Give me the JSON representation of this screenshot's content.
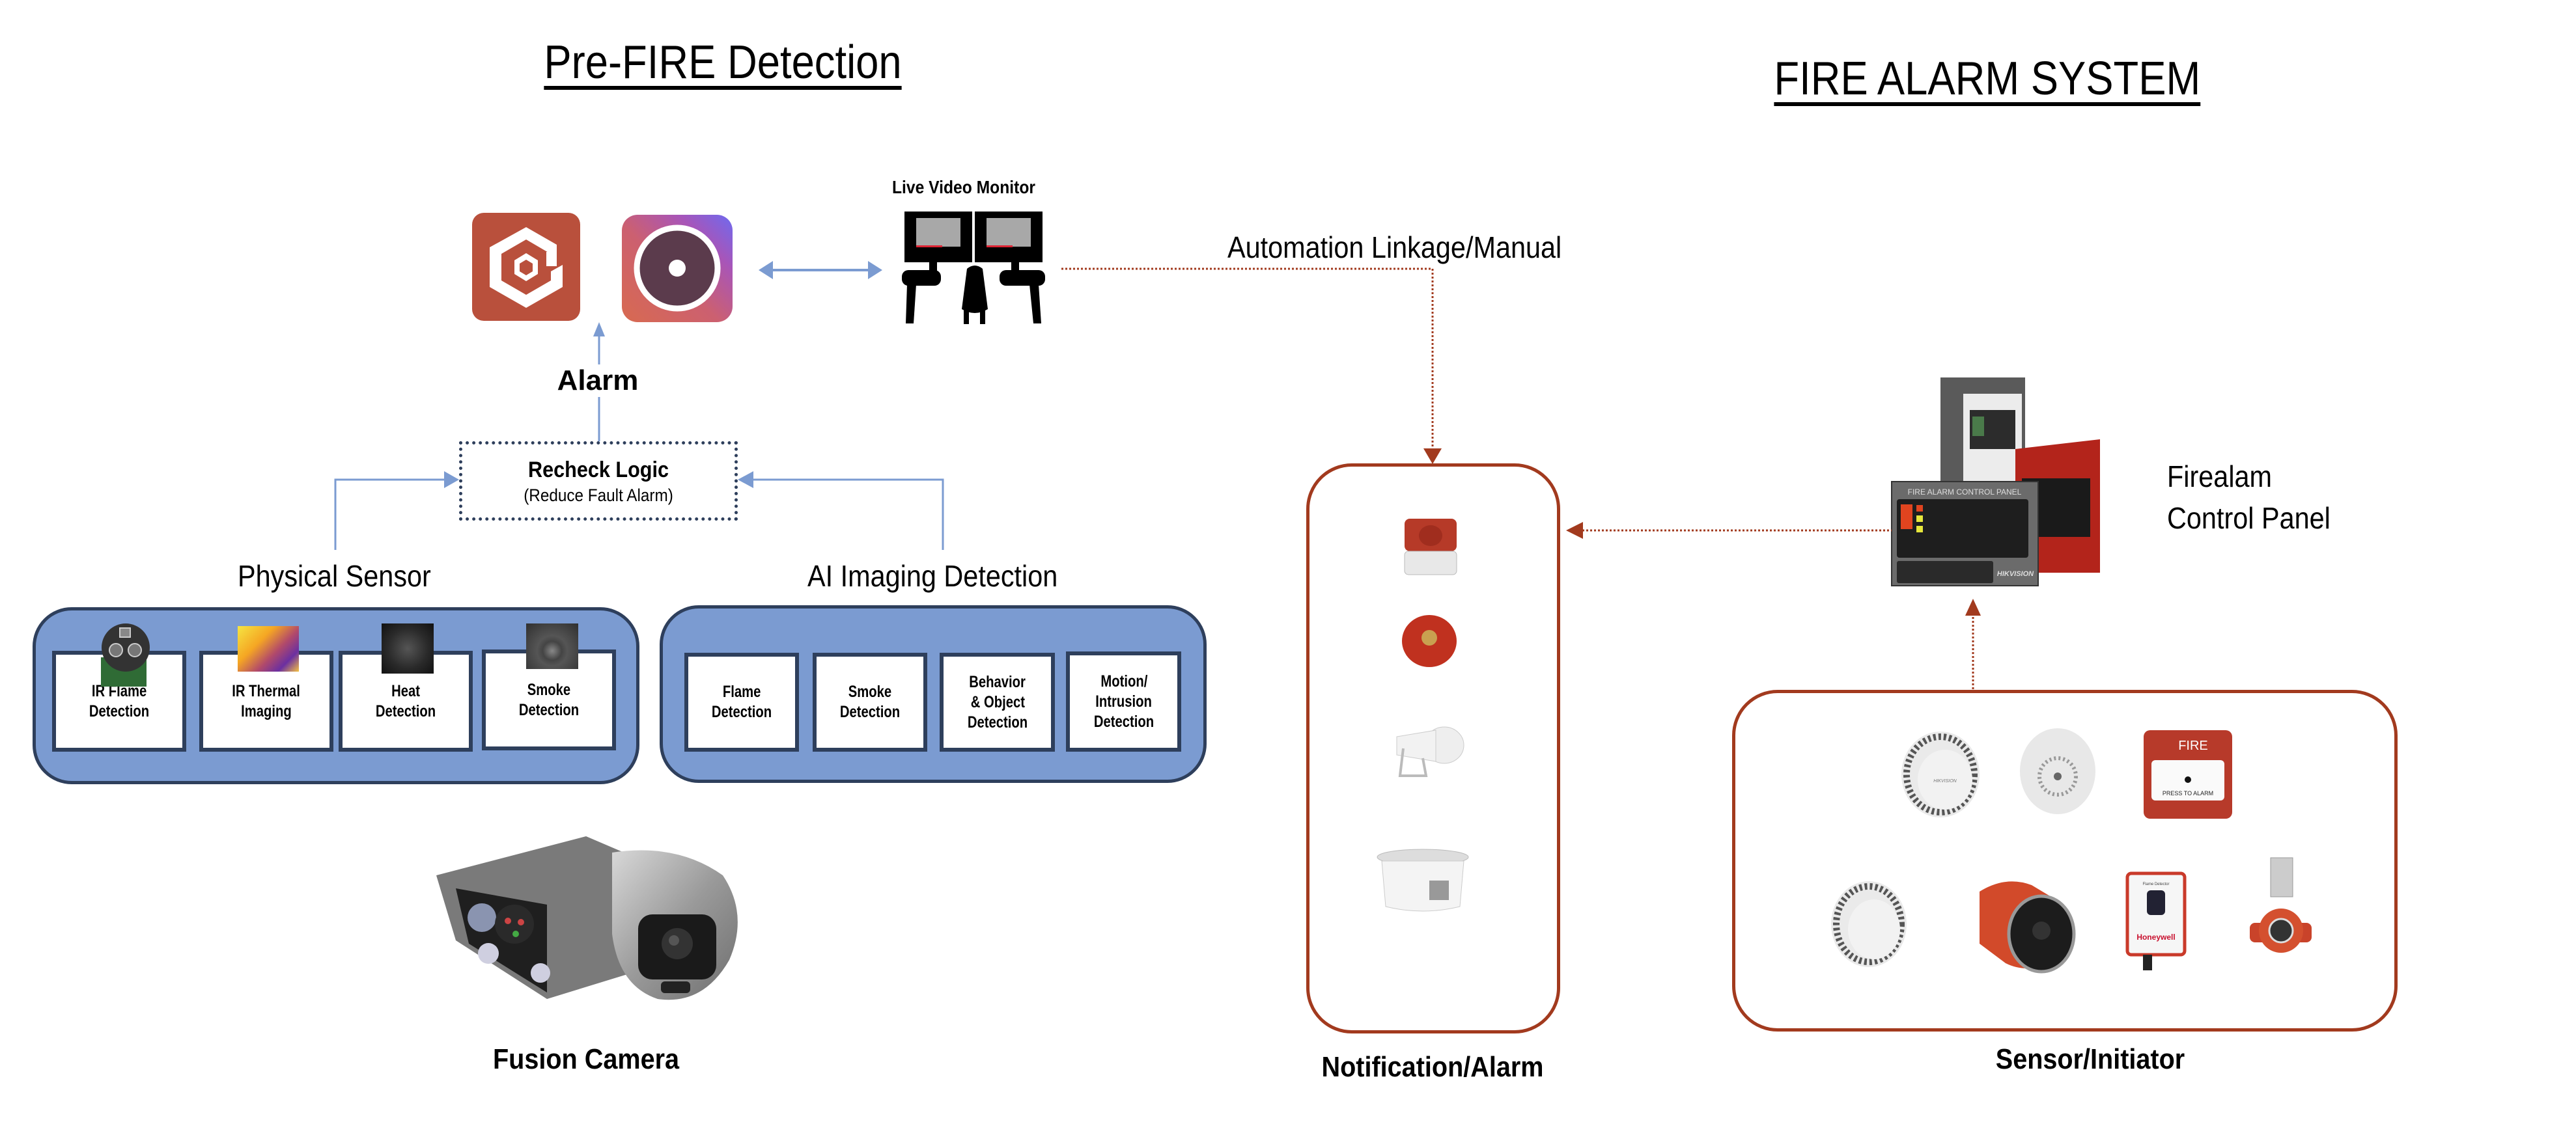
{
  "left_section": {
    "title": "Pre-FIRE Detection",
    "alarm_label": "Alarm",
    "live_video_monitor_label": "Live Video Monitor",
    "recheck": {
      "title": "Recheck Logic",
      "subtitle": "(Reduce Fault Alarm)"
    },
    "physical_sensor": {
      "label": "Physical Sensor",
      "items": [
        {
          "label_line1": "IR Flame",
          "label_line2": "Detection",
          "icon": "ir-flame-sensor-icon"
        },
        {
          "label_line1": "IR Thermal",
          "label_line2": "Imaging",
          "icon": "thermal-image-icon"
        },
        {
          "label_line1": "Heat",
          "label_line2": "Detection",
          "icon": "heat-sensor-icon"
        },
        {
          "label_line1": "Smoke",
          "label_line2": "Detection",
          "icon": "smoke-sensor-icon"
        }
      ]
    },
    "ai_imaging": {
      "label": "AI Imaging Detection",
      "items": [
        {
          "line1": "Flame",
          "line2": "Detection",
          "line3": ""
        },
        {
          "line1": "Smoke",
          "line2": "Detection",
          "line3": ""
        },
        {
          "line1": "Behavior",
          "line2": "& Object",
          "line3": "Detection"
        },
        {
          "line1": "Motion/",
          "line2": "Intrusion",
          "line3": "Detection"
        }
      ]
    },
    "fusion_camera_label": "Fusion Camera"
  },
  "right_section": {
    "title": "FIRE ALARM SYSTEM",
    "automation_label": "Automation Linkage/Manual",
    "notification_label": "Notification/Alarm",
    "notification_devices": [
      "strobe-sounder",
      "fire-bell",
      "horn-speaker",
      "ceiling-speaker"
    ],
    "control_panel": {
      "label_line1": "Firealam",
      "label_line2": "Control Panel",
      "panel_text": "FIRE ALARM CONTROL PANEL",
      "brand": "HIKVISION"
    },
    "sensor_label": "Sensor/Initiator",
    "sensor_devices": {
      "smoke_brand": "HIKVISION",
      "call_point_title": "FIRE",
      "call_point_text": "PRESS TO ALARM",
      "flame_detector_brand": "Honeywell",
      "flame_detector_title": "Flame Detector"
    }
  },
  "colors": {
    "blue_fill": "#7b9bd1",
    "blue_border": "#2e3f5c",
    "arrow_blue": "#7b9bd1",
    "red_border": "#a23a1e",
    "app_icon_red": "#b9503c"
  }
}
